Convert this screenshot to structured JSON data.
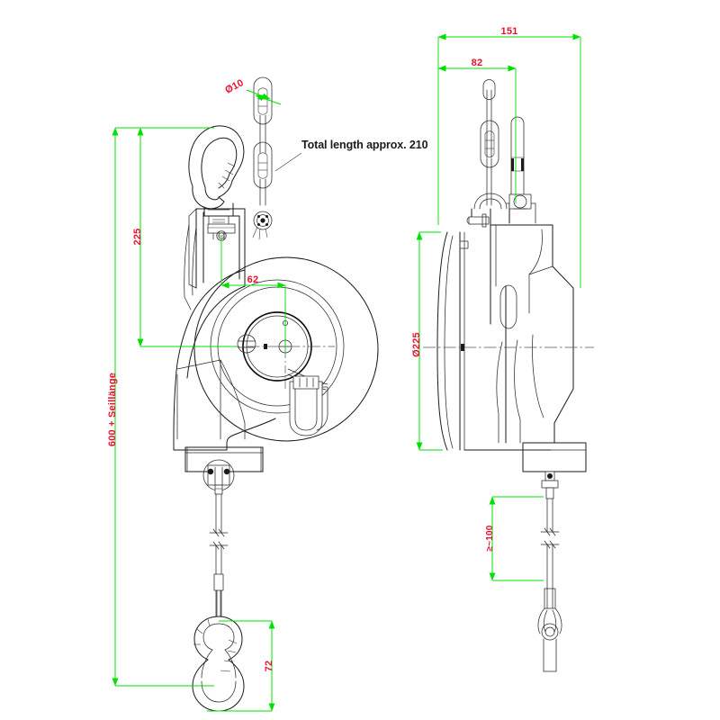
{
  "drawing": {
    "title": "Spring balancer technical drawing",
    "sheet_size": "800x800",
    "line_color_part": "#1a1a1a",
    "dimension_line_color": "#00e000",
    "dimension_text_color": "#e8112d",
    "note_text_color": "#1a1a22",
    "background": "#ffffff"
  },
  "views": {
    "front": {
      "name": "front-view",
      "label": "Front view"
    },
    "side": {
      "name": "side-view",
      "label": "Side view"
    }
  },
  "dimensions": {
    "chain_link_diameter": "Ø10",
    "suspension_height": "225",
    "hub_offset": "62",
    "total_drop": "600 + Seillänge",
    "bottom_hook_height": "72",
    "body_width": "151",
    "bracket_width": "82",
    "drum_diameter": "Ø225",
    "min_rope_free": "≥~100"
  },
  "notes": {
    "chain_note": "Total length approx. 210"
  },
  "components": {
    "top_hook": "top-swivel-hook",
    "safety_chain": "safety-chain",
    "mounting_bracket": "mounting-bracket",
    "drum_housing": "drum-housing",
    "hub": "drum-hub",
    "adjust_screw": "adjustment-screw",
    "latch": "rope-latch",
    "rope_guide": "rope-guide",
    "rope": "steel-rope",
    "bottom_hook": "bottom-load-hook",
    "thimble": "rope-thimble"
  }
}
